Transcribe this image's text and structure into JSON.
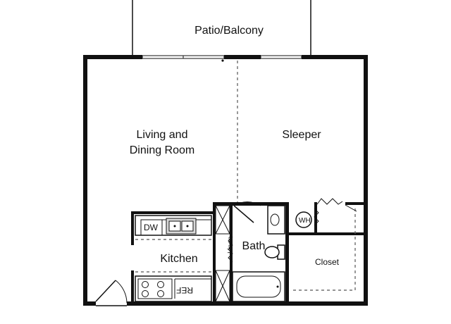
{
  "rooms": {
    "patio": "Patio/Balcony",
    "living_line1": "Living and",
    "living_line2": "Dining Room",
    "sleeper": "Sleeper",
    "kitchen": "Kitchen",
    "bath": "Bath",
    "closet": "Closet",
    "linen": "Linen"
  },
  "fixtures": {
    "dishwasher": "DW",
    "refrigerator": "REF",
    "water_heater": "WH"
  },
  "colors": {
    "wall": "#111111",
    "background": "#ffffff"
  }
}
